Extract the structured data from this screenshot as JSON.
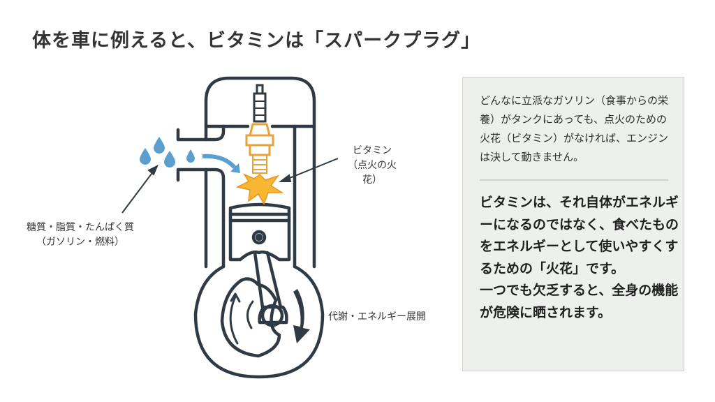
{
  "title": "体を車に例えると、ビタミンは「スパークプラグ」",
  "labels": {
    "vitamin": [
      "ビタミン",
      "（点火の火花）"
    ],
    "nutrients": [
      "糖質・脂質・たんぱく質",
      "（ガソリン・燃料）"
    ],
    "metabolism": "代謝・エネルギー展開"
  },
  "box": {
    "intro": "どんなに立派なガソリン（食事からの栄養）がタンクにあっても、点火のための火花（ビタミン）がなければ、エンジンは決して動きません。",
    "main": [
      "ビタミンは、それ自体がエネルギーになるのではなく、食べたものをエネルギーとして使いやすくするための「火花」です。",
      "一つでも欠乏すると、全身の機能が危険に晒されます。"
    ]
  },
  "colors": {
    "line": "#2f3a45",
    "fuel": "#5a9fd0",
    "spark": "#f0a530"
  }
}
